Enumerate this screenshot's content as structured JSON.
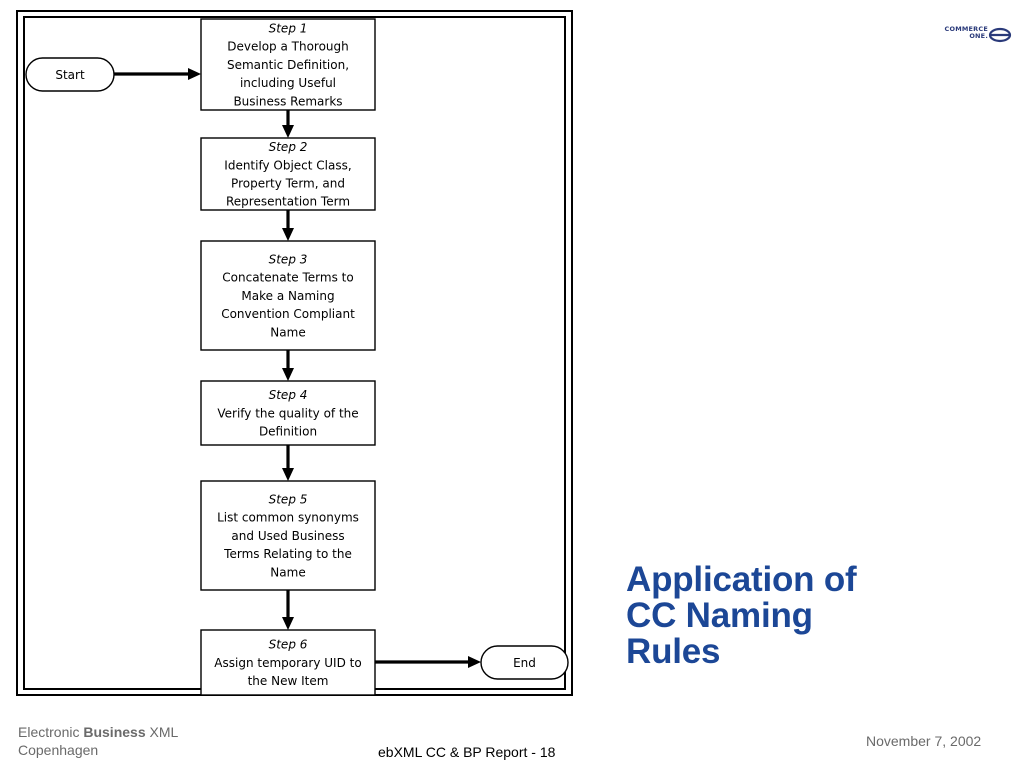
{
  "slide": {
    "title_lines": [
      "Application of",
      "CC Naming",
      "Rules"
    ]
  },
  "logo": {
    "line1": "COMMERCE",
    "line2": "ONE.",
    "icon": "commerce-one-logo-icon",
    "color": "#2a3a7a"
  },
  "flowchart": {
    "start_label": "Start",
    "end_label": "End",
    "steps": [
      {
        "title": "Step 1",
        "lines": [
          [
            {
              "t": "Develop a Thorough"
            }
          ],
          [
            {
              "t": "Semantic Definition,"
            }
          ],
          [
            {
              "t": "including Useful"
            }
          ],
          [
            {
              "t": "Business Remarks"
            }
          ]
        ]
      },
      {
        "title": "Step 2",
        "lines": [
          [
            {
              "t": "Identify "
            },
            {
              "t": "Object Class",
              "i": true
            },
            {
              "t": ","
            }
          ],
          [
            {
              "t": "Property Term",
              "i": true
            },
            {
              "t": ", and"
            }
          ],
          [
            {
              "t": "Representation Term",
              "i": true
            }
          ]
        ]
      },
      {
        "title": "Step 3",
        "lines": [
          [
            {
              "t": "Concatenate Terms to"
            }
          ],
          [
            {
              "t": "Make a Naming"
            }
          ],
          [
            {
              "t": "Convention Compliant"
            }
          ],
          [
            {
              "t": "Name"
            }
          ]
        ]
      },
      {
        "title": "Step 4",
        "lines": [
          [
            {
              "t": "Verify the quality of the"
            }
          ],
          [
            {
              "t": "Definition"
            }
          ]
        ]
      },
      {
        "title": "Step 5",
        "lines": [
          [
            {
              "t": "List common synonyms"
            }
          ],
          [
            {
              "t": "and Used Business"
            }
          ],
          [
            {
              "t": "Terms Relating to the"
            }
          ],
          [
            {
              "t": "Name"
            }
          ]
        ]
      },
      {
        "title": "Step 6",
        "lines": [
          [
            {
              "t": "Assign temporary UID to"
            }
          ],
          [
            {
              "t": "the New Item"
            }
          ]
        ]
      }
    ]
  },
  "footer": {
    "org_prefix": "Electronic ",
    "org_bold": "Business",
    "org_suffix": " XML",
    "location": "Copenhagen",
    "report": "ebXML CC & BP Report - 18",
    "date": "November 7, 2002"
  },
  "colors": {
    "title": "#1c4796",
    "footer_text": "#6a6a6a"
  }
}
